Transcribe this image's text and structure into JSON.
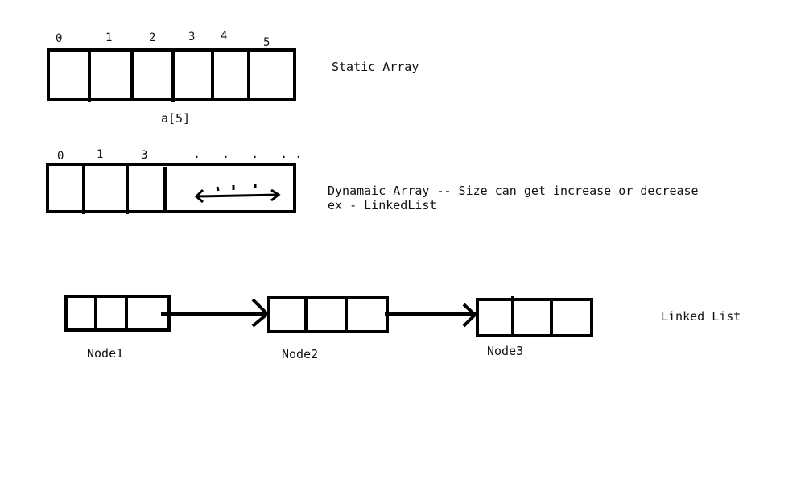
{
  "static_array": {
    "indices": [
      "0",
      "1",
      "2",
      "3",
      "4",
      "5"
    ],
    "name": "a[5]",
    "title": "Static Array"
  },
  "dynamic_array": {
    "indices": [
      "0",
      "1",
      "3"
    ],
    "dots": ". . . ..",
    "title": "Dynamaic Array -- Size can get increase or decrease",
    "example": "ex - LinkedList"
  },
  "linked_list": {
    "nodes": [
      "Node1",
      "Node2",
      "Node3"
    ],
    "title": "Linked List"
  },
  "stroke_color": "#000000"
}
